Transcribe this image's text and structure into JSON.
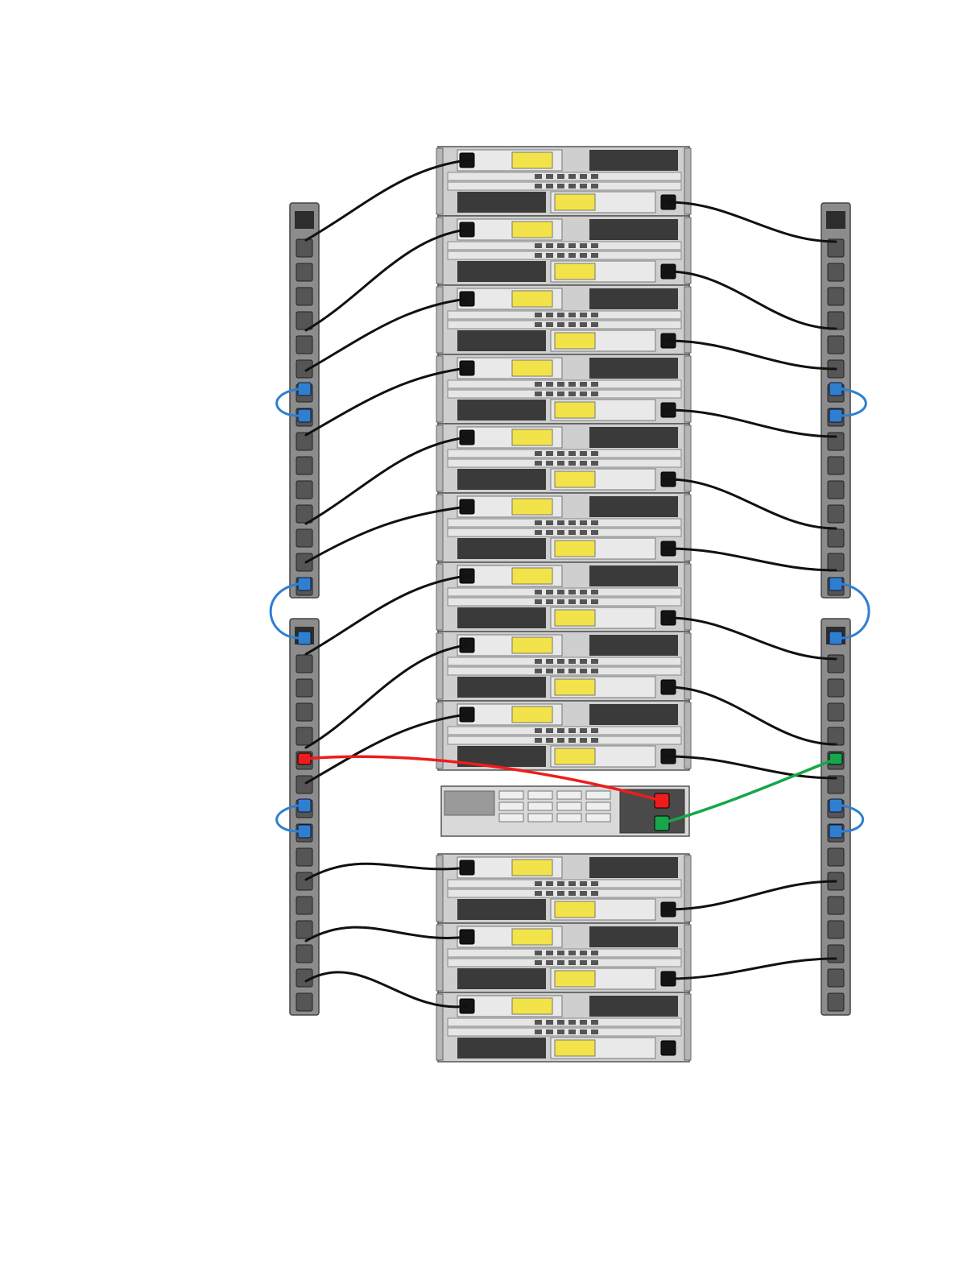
{
  "diagram": {
    "kind": "rack-power-cabling",
    "colors": {
      "chassis_frame": "#cfcfcf",
      "chassis_dark": "#3a3a3a",
      "controller_bar": "#e6e6e6",
      "warning_label": "#f2e34a",
      "pdu_body": "#8c8c8c",
      "pdu_dark": "#2d2d2d",
      "outlet_black": "#141414",
      "outlet_blue": "#2f7fd0",
      "cable_black": "#111111",
      "cable_blue": "#2f7fd0",
      "cable_red": "#ee1c1c",
      "cable_green": "#17a64a",
      "head_unit": "#d9d9d9"
    },
    "shelf_count_upper": 9,
    "shelf_count_lower": 3,
    "head_unit_count": 1,
    "pdu_count": 4,
    "left_pdus": {
      "upper": {
        "blue_links": 2
      },
      "lower": {
        "blue_links": 2,
        "red_outlet": true
      }
    },
    "right_pdus": {
      "upper": {
        "blue_links": 2
      },
      "lower": {
        "blue_links": 2,
        "green_outlet": true
      }
    },
    "cables": {
      "red": "left-lower-pdu-to-head-psu-1",
      "green": "right-lower-pdu-to-head-psu-2",
      "black_per_shelf": 2
    }
  }
}
